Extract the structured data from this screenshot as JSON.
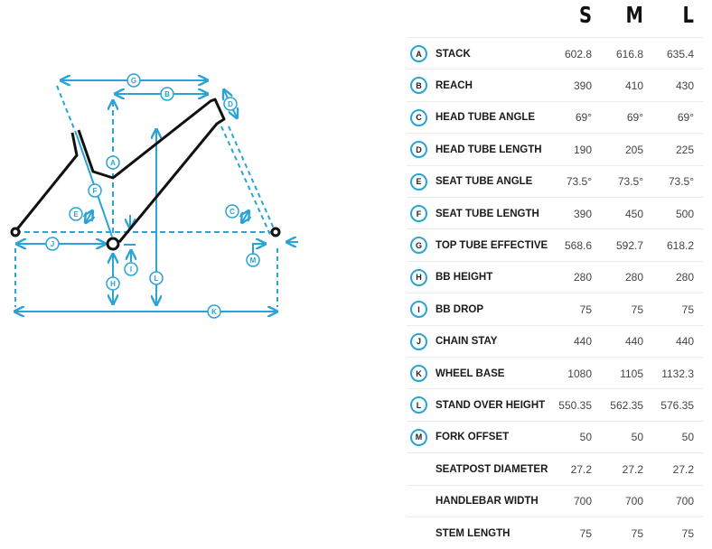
{
  "sizes": [
    "S",
    "M",
    "L"
  ],
  "rows": [
    {
      "badge": "A",
      "label": "STACK",
      "values": [
        "602.8",
        "616.8",
        "635.4"
      ]
    },
    {
      "badge": "B",
      "label": "REACH",
      "values": [
        "390",
        "410",
        "430"
      ]
    },
    {
      "badge": "C",
      "label": "HEAD TUBE ANGLE",
      "values": [
        "69°",
        "69°",
        "69°"
      ]
    },
    {
      "badge": "D",
      "label": "HEAD TUBE LENGTH",
      "values": [
        "190",
        "205",
        "225"
      ]
    },
    {
      "badge": "E",
      "label": "SEAT TUBE ANGLE",
      "values": [
        "73.5°",
        "73.5°",
        "73.5°"
      ]
    },
    {
      "badge": "F",
      "label": "SEAT TUBE LENGTH",
      "values": [
        "390",
        "450",
        "500"
      ]
    },
    {
      "badge": "G",
      "label": "TOP TUBE EFFECTIVE",
      "values": [
        "568.6",
        "592.7",
        "618.2"
      ]
    },
    {
      "badge": "H",
      "label": "BB HEIGHT",
      "values": [
        "280",
        "280",
        "280"
      ]
    },
    {
      "badge": "I",
      "label": "BB DROP",
      "values": [
        "75",
        "75",
        "75"
      ]
    },
    {
      "badge": "J",
      "label": "CHAIN STAY",
      "values": [
        "440",
        "440",
        "440"
      ]
    },
    {
      "badge": "K",
      "label": "WHEEL BASE",
      "values": [
        "1080",
        "1105",
        "1132.3"
      ]
    },
    {
      "badge": "L",
      "label": "STAND OVER HEIGHT",
      "values": [
        "550.35",
        "562.35",
        "576.35"
      ]
    },
    {
      "badge": "M",
      "label": "FORK OFFSET",
      "values": [
        "50",
        "50",
        "50"
      ]
    },
    {
      "badge": "",
      "label": "SEATPOST DIAMETER",
      "values": [
        "27.2",
        "27.2",
        "27.2"
      ]
    },
    {
      "badge": "",
      "label": "HANDLEBAR WIDTH",
      "values": [
        "700",
        "700",
        "700"
      ]
    },
    {
      "badge": "",
      "label": "STEM LENGTH",
      "values": [
        "75",
        "75",
        "75"
      ]
    }
  ],
  "colors": {
    "accent": "#2aa3d6",
    "frame": "#111111"
  }
}
